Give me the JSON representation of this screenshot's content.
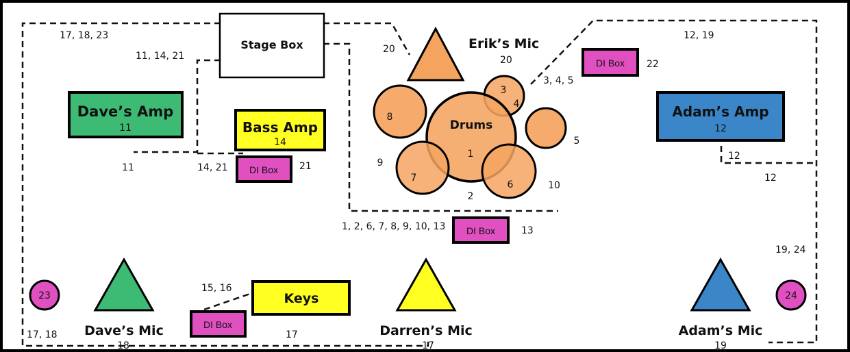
{
  "diagram": {
    "stage_box": {
      "label": "Stage Box",
      "channels": "11, 14, 21"
    },
    "daves_amp": {
      "label": "Dave’s Amp",
      "channel": "11",
      "line_label": "11",
      "color": "#3dba73"
    },
    "bass_amp": {
      "label": "Bass Amp",
      "channel": "14",
      "color": "#ffff22"
    },
    "bass_di": {
      "label": "DI Box",
      "channel": "21",
      "line_label": "14, 21",
      "color": "#e050c0"
    },
    "top_left_label": "17, 18, 23",
    "eriks_mic": {
      "label": "Erik’s Mic",
      "channel": "20",
      "line_label": "20",
      "color": "#f5a460"
    },
    "drums": {
      "label": "Drums",
      "color": "#f5a460",
      "kit": [
        "1",
        "2",
        "3",
        "4",
        "5",
        "6",
        "7",
        "8",
        "9",
        "10"
      ]
    },
    "drum_di_top": {
      "label": "DI Box",
      "channel": "22",
      "line_label": "3, 4, 5"
    },
    "drum_di_bottom": {
      "label": "DI Box",
      "channel": "13",
      "line_label": "1, 2, 6, 7, 8, 9, 10, 13"
    },
    "top_right_label": "12, 19",
    "adams_amp": {
      "label": "Adam’s Amp",
      "channel": "12",
      "line_label_a": "12",
      "line_label_b": "12",
      "color": "#3a86c8"
    },
    "right_label": "19, 24",
    "daves_mic": {
      "label": "Dave’s Mic",
      "channel": "18",
      "color": "#3dba73"
    },
    "darrens_mic": {
      "label": "Darren’s Mic",
      "channel": "17",
      "color": "#ffff22"
    },
    "adams_mic": {
      "label": "Adam’s Mic",
      "channel": "19",
      "color": "#3a86c8"
    },
    "keys": {
      "label": "Keys",
      "color": "#ffff22"
    },
    "keys_di": {
      "label": "DI Box",
      "line_label": "15, 16"
    },
    "keys_line_label": "17",
    "left_bottom_label": "17, 18",
    "ch23": {
      "label": "23",
      "color": "#e050c0"
    },
    "ch24": {
      "label": "24",
      "color": "#e050c0"
    }
  }
}
